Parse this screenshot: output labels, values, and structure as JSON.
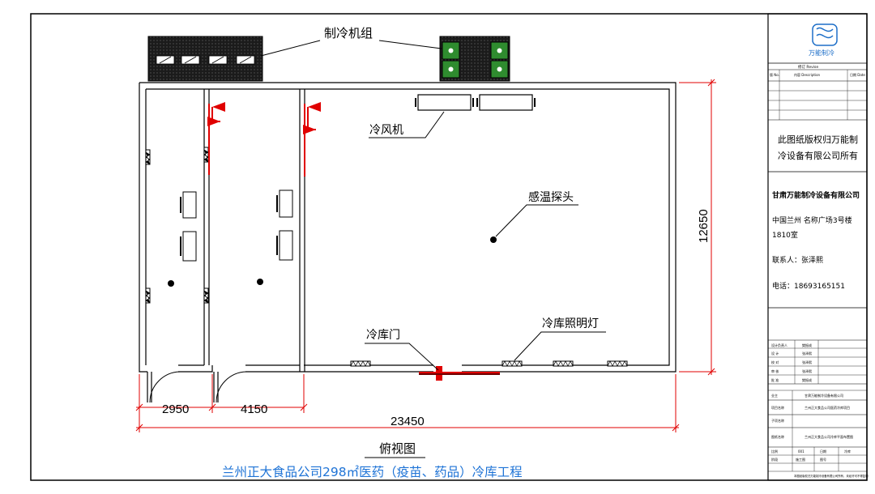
{
  "labels": {
    "refrigeration_unit": "制冷机组",
    "air_cooler": "冷风机",
    "temp_probe": "感温探头",
    "cold_door": "冷库门",
    "lighting": "冷库照明灯",
    "view_name": "俯视图",
    "project_title": "兰州正大食品公司298㎡医药（疫苗、药品）冷库工程"
  },
  "dimensions": {
    "overall_width": "23450",
    "overall_depth": "12650",
    "room1_width": "2950",
    "room2_width": "4150"
  },
  "title_block": {
    "logo_text": "万能制冷",
    "revision_header": "修订 Revise",
    "col_no": "版\nNo.",
    "col_content": "内容\nDescription",
    "col_date": "日期\nDate",
    "copyright_line1": "此图纸版权归万能制",
    "copyright_line2": "冷设备有限公司所有",
    "company": "甘肃万能制冷设备有限公司",
    "address_line1": "中国兰州 名称广场3号楼",
    "address_line2": "1810室",
    "contact_label": "联系人：张泽熙",
    "phone_label": "电话：18693165151",
    "sign_rows": [
      {
        "role": "设计负责人",
        "name": "樊振成"
      },
      {
        "role": "设  计",
        "name": "张泽熙"
      },
      {
        "role": "校  对",
        "name": "张泽熙"
      },
      {
        "role": "审  核",
        "name": "张泽熙"
      },
      {
        "role": "批  准",
        "name": "樊振成"
      }
    ],
    "client_label": "业主",
    "client_value": "甘肃万能制冷设备有限公司",
    "project_label": "项目名称",
    "project_value": "兰州正大食品公司医药冷库项目",
    "sub_label": "子项名称",
    "drawing_label": "图纸名称",
    "drawing_value": "兰州正大食品公司冷库平面布置图",
    "scale_label": "比例",
    "scale_value": "001",
    "date_label": "日期",
    "stage_label": "阶段",
    "stage_value": "施工图",
    "sheet_label": "图号",
    "sheet_value": "冷库",
    "footer_note": "本图纸版权归万能制冷设备有限公司所有，未经许可不得复制"
  }
}
